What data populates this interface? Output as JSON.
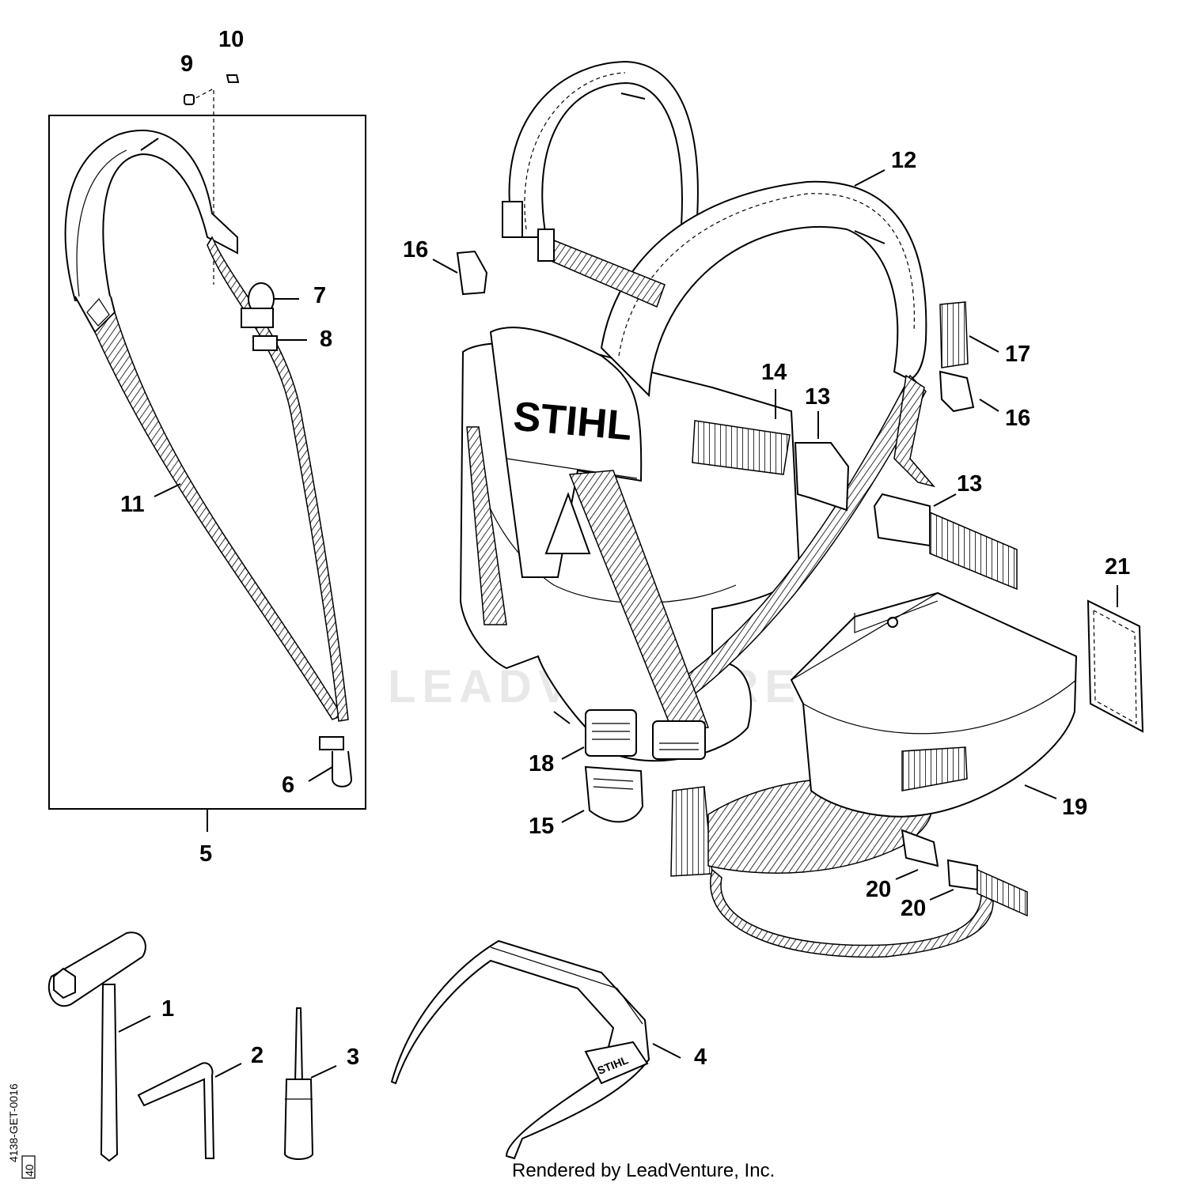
{
  "brand": "STIHL",
  "watermark": "LEADVENTURE",
  "footer": "Rendered by LeadVenture, Inc.",
  "doc_id": "4138-GET-0016",
  "doc_box": "40",
  "callouts": {
    "c1": "1",
    "c2": "2",
    "c3": "3",
    "c4": "4",
    "c5": "5",
    "c6": "6",
    "c7": "7",
    "c8": "8",
    "c9": "9",
    "c10": "10",
    "c11": "11",
    "c12": "12",
    "c13a": "13",
    "c13b": "13",
    "c14": "14",
    "c15": "15",
    "c16a": "16",
    "c16b": "16",
    "c17": "17",
    "c18": "18",
    "c19": "19",
    "c20a": "20",
    "c20b": "20",
    "c21": "21"
  }
}
